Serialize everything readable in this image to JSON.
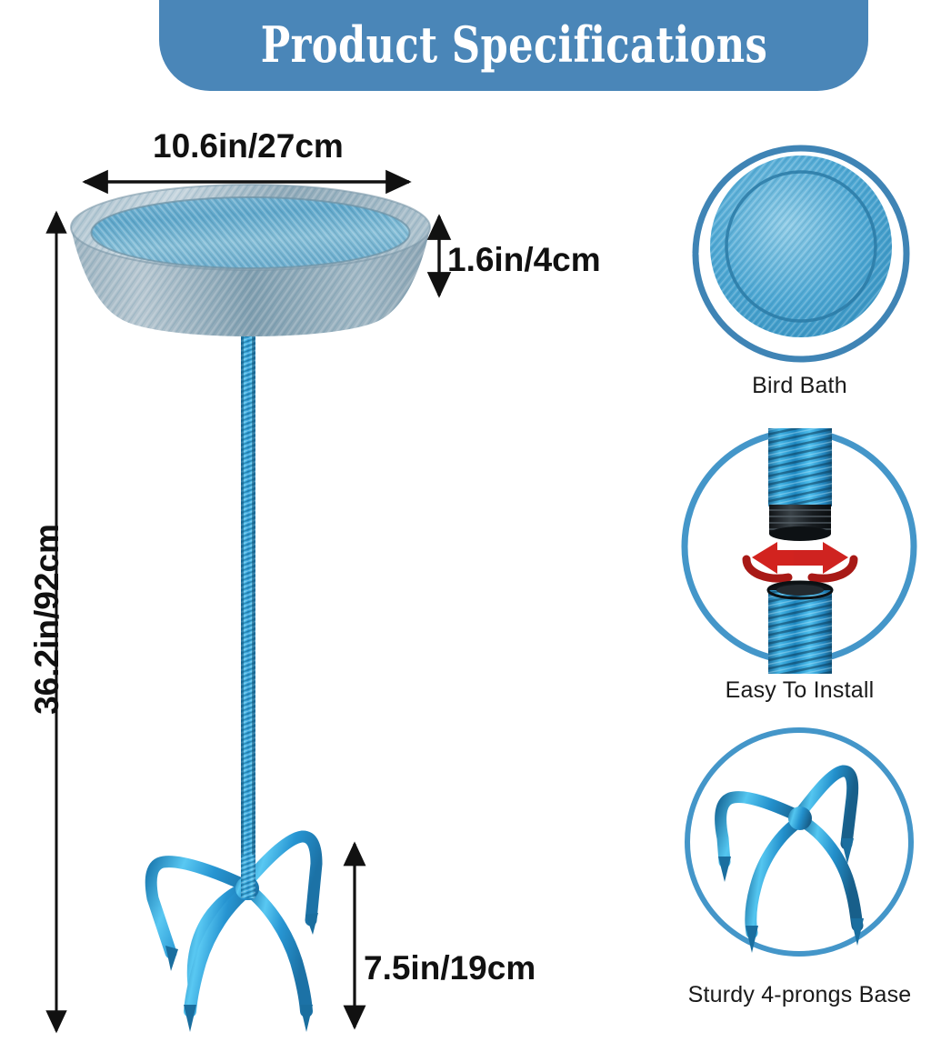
{
  "header": {
    "title": "Product Specifications",
    "banner_color": "#4a86b8"
  },
  "dimensions": {
    "width_label": "10.6in/27cm",
    "depth_label": "1.6in/4cm",
    "height_label": "36.2in/92cm",
    "prong_label": "7.5in/19cm"
  },
  "product": {
    "name": "bird-bath-stake",
    "metal_color": "#3aa0d8",
    "bowl_color": "#8aa6b4"
  },
  "callouts": [
    {
      "id": "bird-bath",
      "caption": "Bird Bath",
      "icon": "bowl-top-view-icon"
    },
    {
      "id": "easy-to-install",
      "caption": "Easy To Install",
      "icon": "threaded-pipe-rotate-icon"
    },
    {
      "id": "sturdy-base",
      "caption": "Sturdy 4-prongs Base",
      "icon": "four-prong-stake-icon"
    }
  ],
  "colors": {
    "accent_blue": "#4a86b8",
    "ring_blue": "#3f84b5",
    "metal_blue": "#2f9fdc",
    "arrow_red": "#cc2222",
    "text_dark": "#111111"
  }
}
